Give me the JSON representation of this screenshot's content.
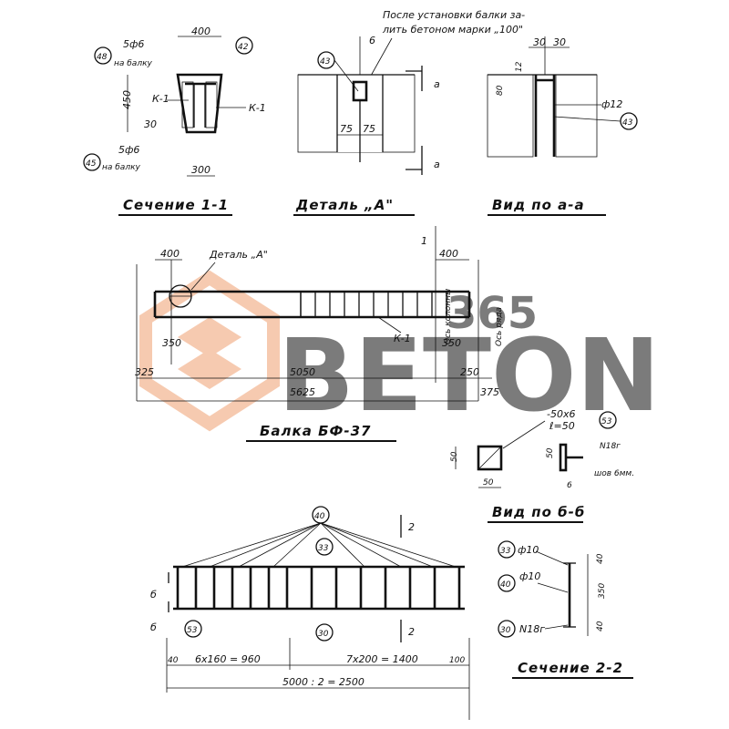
{
  "note": {
    "line1": "После установки балки за-",
    "line2": "лить бетоном марки „100\""
  },
  "titles": {
    "section11": "Сечение 1-1",
    "detailA": "Деталь „А\"",
    "viewAA": "Вид по а-а",
    "beam": "Балка БФ-37",
    "viewBB": "Вид по б-б",
    "section22": "Сечение 2-2"
  },
  "section11": {
    "top_dim": "400",
    "height_dim": "450",
    "bottom_dim": "300",
    "inner_dim": "30",
    "bar_top": "5ф6",
    "bar_top_note": "на балку",
    "bar_bottom": "5ф6",
    "bar_bottom_note": "на балку",
    "tag_left": "48",
    "tag_right": "42",
    "tag_bottom": "45",
    "frame1": "К-1",
    "frame2": "К-1"
  },
  "detailA": {
    "tag": "43",
    "d6": "6",
    "d75a": "75",
    "d75b": "75",
    "cut": "а",
    "cut2": "а"
  },
  "viewAA": {
    "d30a": "30",
    "d30b": "30",
    "d80": "80",
    "d12": "12",
    "bar": "ф12",
    "tag": "43"
  },
  "beam": {
    "d400a": "400",
    "d400b": "400",
    "d350a": "350",
    "d350b": "350",
    "d325": "325",
    "d5050": "5050",
    "d250": "250",
    "d5625": "5625",
    "d375": "375",
    "detail_ref": "Деталь „А\"",
    "frame": "К-1",
    "cut": "1",
    "axis_col": "Ось колонны",
    "axis_row": "Ось ряда"
  },
  "viewBB": {
    "plate": "-50х6",
    "plate_len": "ℓ=50",
    "tag": "53",
    "d50a": "50",
    "d50b": "50",
    "d50c": "50",
    "d6": "6",
    "weld": "N18г",
    "seam": "шов 6мм."
  },
  "frame": {
    "tag40": "40",
    "tag33": "33",
    "tag30": "30",
    "tag53": "53",
    "cut2a": "2",
    "cut2b": "2",
    "cutb1": "б",
    "cutb2": "б",
    "d40": "40",
    "d6x160": "6х160 = 960",
    "d7x200": "7х200 = 1400",
    "d100": "100",
    "d_total": "5000 : 2 = 2500"
  },
  "section22": {
    "tag33": "33",
    "bar33": "ф10",
    "tag40": "40",
    "bar40": "ф10",
    "tag30": "30",
    "bar30": "N18г",
    "d40a": "40",
    "d350": "350",
    "d40b": "40"
  },
  "watermark": {
    "brand": "BETON",
    "num": "365",
    "color": "#f0a070"
  }
}
